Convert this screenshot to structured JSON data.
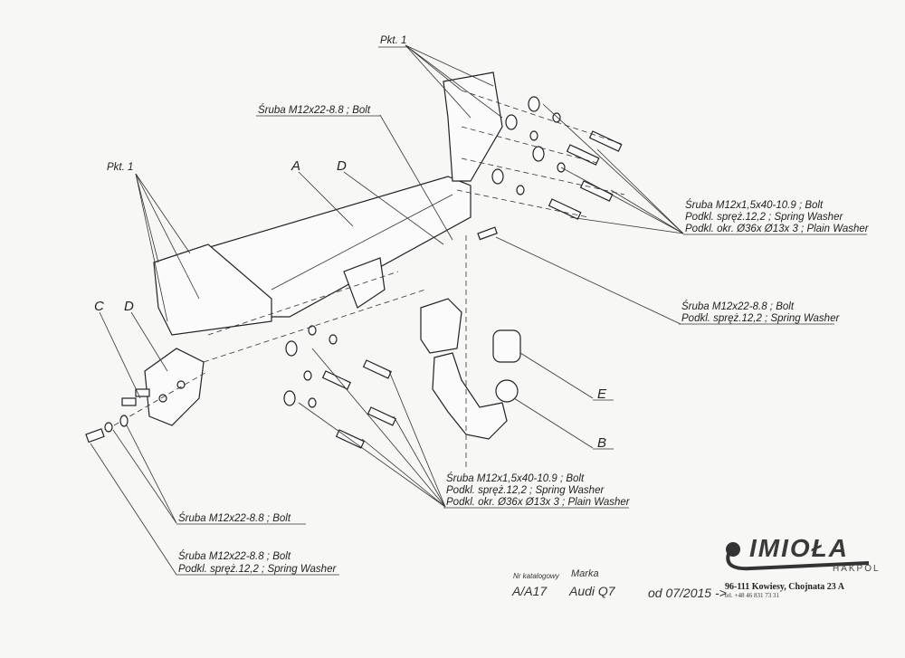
{
  "labels": {
    "pkt1_top": "Pkt. 1",
    "pkt1_left": "Pkt. 1",
    "bolt_top": "Śruba M12x22-8.8 ; Bolt",
    "A": "A",
    "D_top": "D",
    "C": "C",
    "D_left": "D",
    "E": "E",
    "B": "B",
    "right_block_1": [
      "Śruba M12x1,5x40-10.9 ; Bolt",
      "Podkl. spręż.12,2 ; Spring Washer",
      "Podkl. okr.  Ø36x Ø13x 3 ; Plain Washer"
    ],
    "right_block_2": [
      "Śruba M12x22-8.8 ; Bolt",
      "Podkl. spręż.12,2 ; Spring Washer"
    ],
    "middle_block": [
      "Śruba M12x1,5x40-10.9 ; Bolt",
      "Podkl. spręż.12,2 ; Spring Washer",
      "Podkl. okr.  Ø36x Ø13x 3 ; Plain Washer"
    ],
    "bottom_left_bolt": "Śruba M12x22-8.8 ; Bolt",
    "bottom_left_block": [
      "Śruba M12x22-8.8 ; Bolt",
      "Podkl. spręż.12,2 ; Spring Washer"
    ]
  },
  "footer": {
    "catalog_label": "Nr katalogowy",
    "catalog_value": "A/A17",
    "brand_label": "Marka",
    "brand_value": "Audi Q7",
    "date": "od 07/2015 ->",
    "logo": "IMIOŁA",
    "logo_sub": "HAKPOL",
    "address": "96-111 Kowiesy, Chojnata 23 A",
    "phone": "tel. +48 46 831 73 31"
  }
}
